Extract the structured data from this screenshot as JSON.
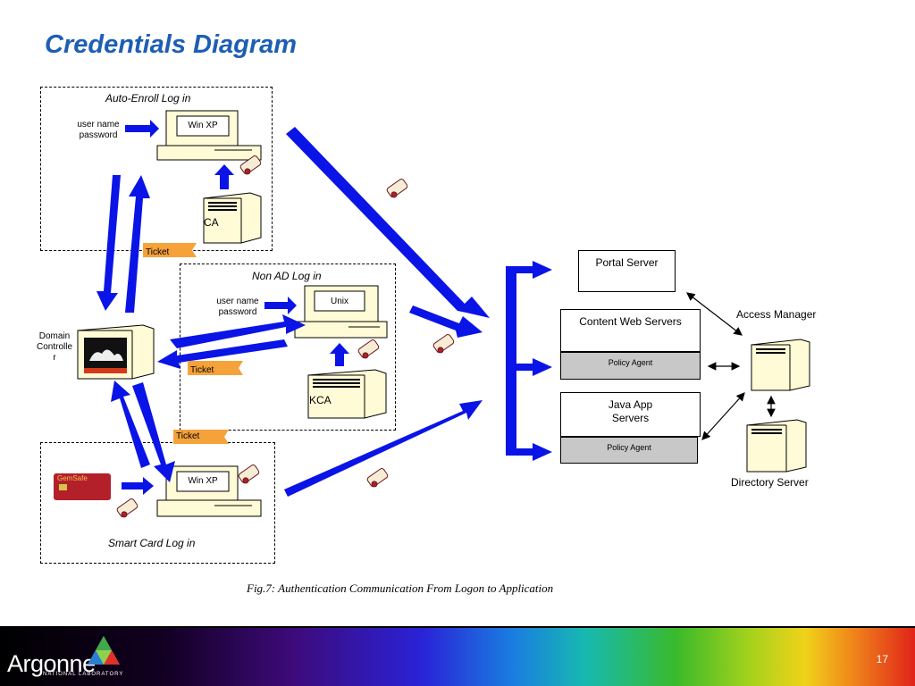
{
  "title": "Credentials Diagram",
  "groups": {
    "auto_enroll": {
      "title": "Auto-Enroll Log in",
      "input_label_1": "user name",
      "input_label_2": "password",
      "monitor_label": "Win XP",
      "server_label": "CA"
    },
    "non_ad": {
      "title": "Non AD Log in",
      "input_label_1": "user name",
      "input_label_2": "password",
      "monitor_label": "Unix",
      "server_label": "KCA"
    },
    "smart_card": {
      "title": "Smart Card Log in",
      "monitor_label": "Win XP",
      "card_label": "GemSafe"
    }
  },
  "domain_controller": {
    "label_1": "Domain",
    "label_2": "Controlle",
    "label_3": "r"
  },
  "tickets": [
    "Ticket",
    "Ticket",
    "Ticket"
  ],
  "servers": {
    "portal": "Portal Server",
    "content_web": "Content Web Servers",
    "policy_agent_1": "Policy Agent",
    "java_app_1": "Java App",
    "java_app_2": "Servers",
    "policy_agent_2": "Policy Agent",
    "access_manager": "Access Manager",
    "directory": "Directory Server"
  },
  "caption": "Fig.7: Authentication Communication From Logon to Application",
  "footer": {
    "logo": "Argonne",
    "logo_sub": "NATIONAL LABORATORY",
    "page_number": "17"
  },
  "colors": {
    "arrow": "#0a14e6",
    "title": "#1d5eb5",
    "ticket": "#f5a23a",
    "server_fill": "#fffbd6"
  }
}
